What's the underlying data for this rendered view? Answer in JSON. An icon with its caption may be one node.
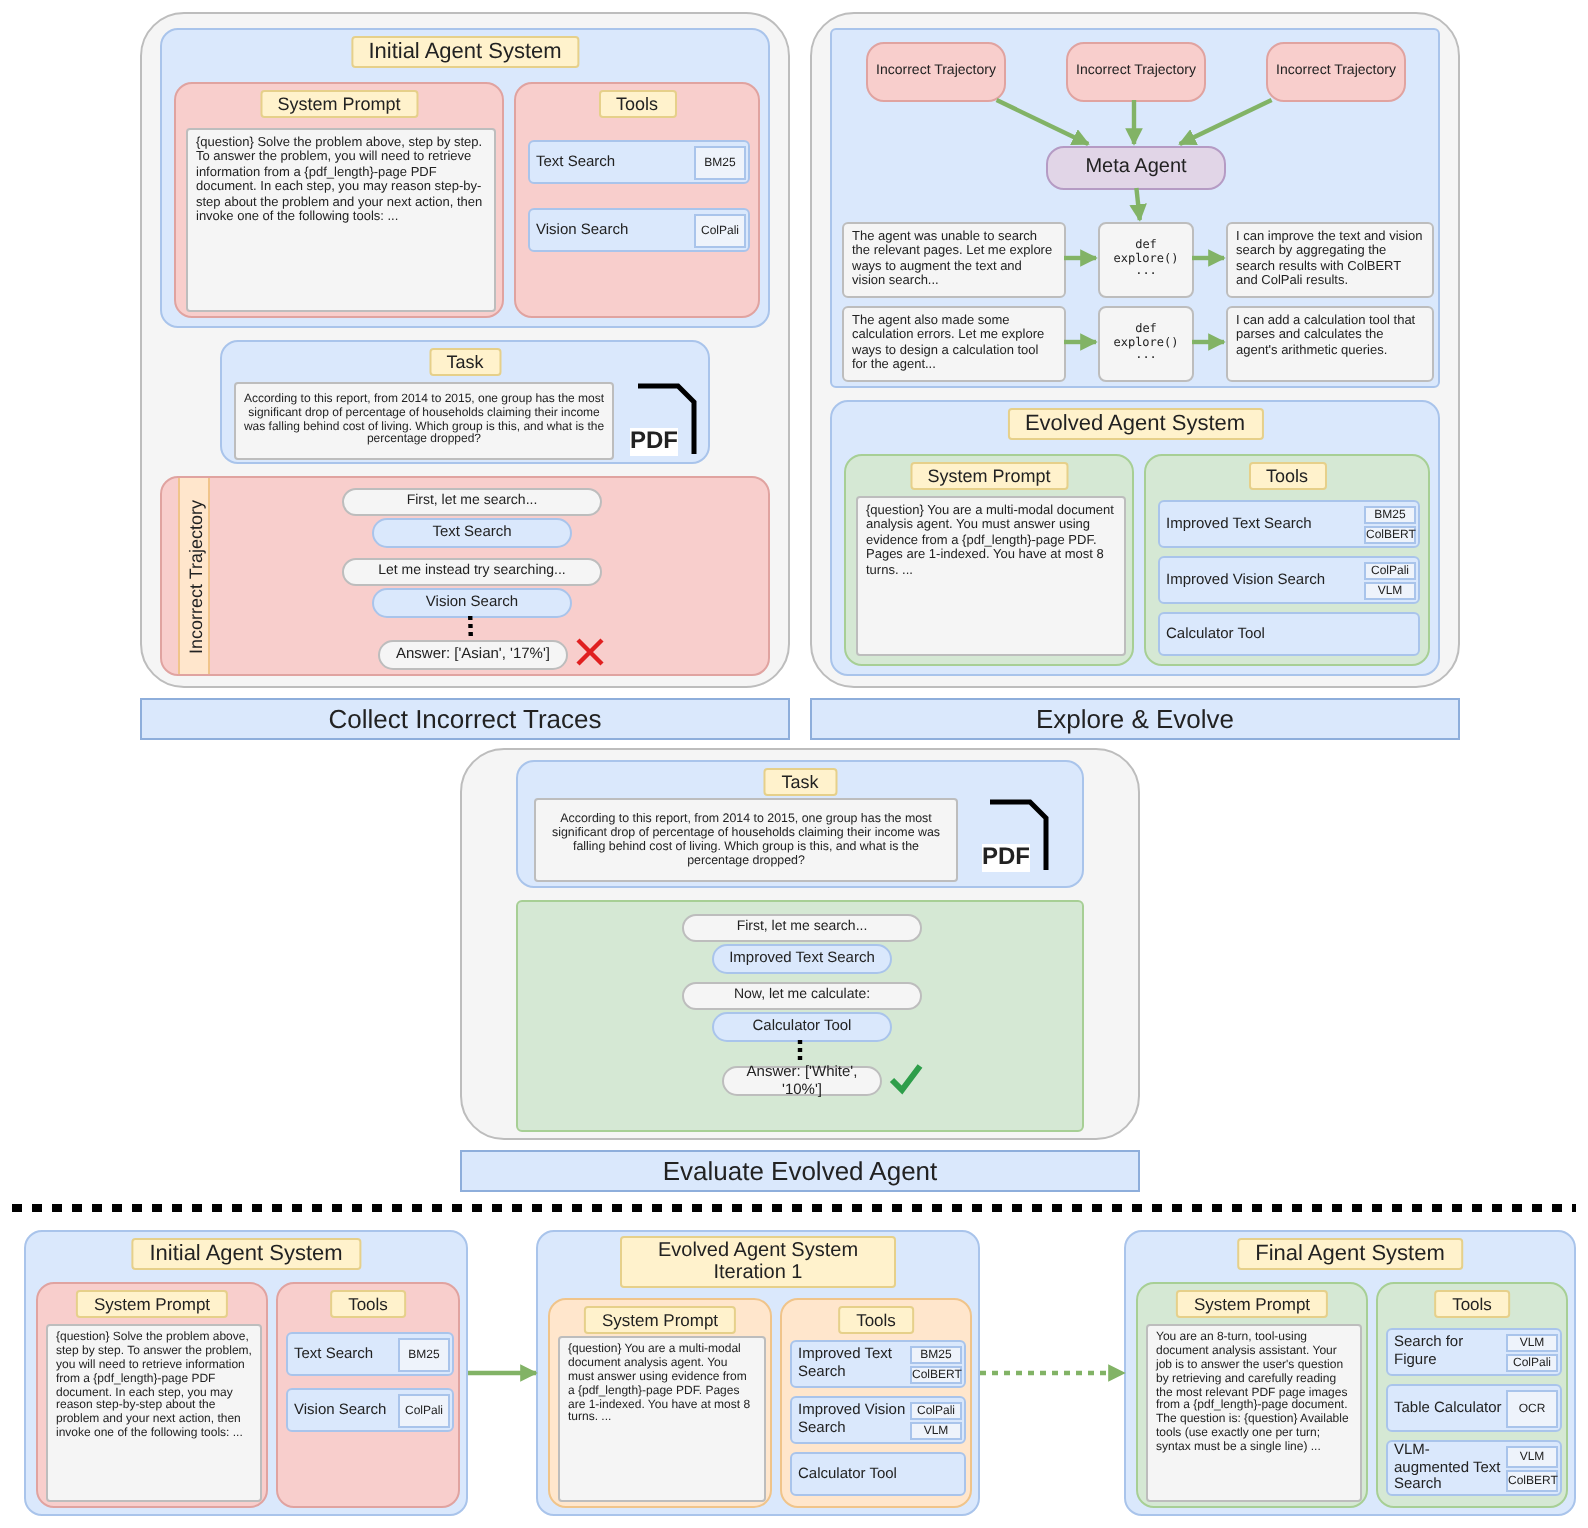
{
  "diagram": {
    "nodes": [
      {
        "text": [
          "Collect Incorrect Traces"
        ]
      },
      {
        "text": [
          "Initial Agent System"
        ],
        "in": 0
      },
      {
        "text": [
          "System Prompt"
        ],
        "in": 1
      },
      {
        "text": [
          "{question} Solve the problem above, step by step. To answer the problem, you will need to retrieve information from a {pdf_length}-page PDF document. In each step, you may reason step-by-step about the problem and your next action, then invoke one of the following tools: ..."
        ],
        "in": 2
      },
      {
        "text": [
          "Tools"
        ],
        "in": 1
      },
      {
        "text": [
          "Text Search",
          "BM25"
        ],
        "in": 4
      },
      {
        "text": [
          "Vision Search",
          "ColPali"
        ],
        "in": 4
      },
      {
        "text": [
          "Task"
        ],
        "in": 0
      },
      {
        "text": [
          "According to this report, from 2014 to 2015, one group has the most significant drop of percentage of households claiming their income was falling behind cost of living. Which group is this, and what is the percentage dropped?"
        ],
        "in": 7
      },
      {
        "text": [
          "PDF"
        ],
        "in": 7
      },
      {
        "text": [
          "Incorrect Trajectory"
        ],
        "in": 0
      },
      {
        "text": [
          "First, let me search..."
        ],
        "in": 10
      },
      {
        "text": [
          "Text Search"
        ],
        "in": 10
      },
      {
        "text": [
          "Let me instead try searching..."
        ],
        "in": 10
      },
      {
        "text": [
          "Vision Search"
        ],
        "in": 10
      },
      {
        "text": [
          "Answer: ['Asian', '17%']"
        ],
        "in": 10
      },
      {
        "text": [
          "Explore & Evolve"
        ]
      },
      {
        "text": [],
        "shape": "box",
        "in": 16
      },
      {
        "text": [
          "Incorrect Trajectory"
        ],
        "in": 17
      },
      {
        "text": [
          "Incorrect Trajectory"
        ],
        "in": 17
      },
      {
        "text": [
          "Incorrect Trajectory"
        ],
        "in": 17
      },
      {
        "text": [
          "Meta Agent"
        ],
        "in": 17
      },
      {
        "text": [
          "The agent was unable to search the relevant pages. Let me explore ways to augment the text and vision search..."
        ],
        "in": 17
      },
      {
        "text": [
          "def explore()",
          "..."
        ],
        "in": 17
      },
      {
        "text": [
          "I can improve the text and vision search by aggregating the search results with ColBERT and ColPali results."
        ],
        "in": 17
      },
      {
        "text": [
          "The agent also made some calculation errors. Let me explore ways to design a calculation tool for the agent..."
        ],
        "in": 17
      },
      {
        "text": [
          "def explore()",
          "..."
        ],
        "in": 17
      },
      {
        "text": [
          "I can add a calculation tool that parses and calculates the agent's arithmetic queries."
        ],
        "in": 17
      },
      {
        "text": [
          "Evolved Agent System"
        ],
        "in": 16
      },
      {
        "text": [
          "System Prompt"
        ],
        "in": 28
      },
      {
        "text": [
          "{question} You are a multi-modal document analysis agent. You must answer using evidence from a {pdf_length}-page PDF. Pages are 1-indexed. You have at most 8 turns. ..."
        ],
        "in": 29
      },
      {
        "text": [
          "Tools"
        ],
        "in": 28
      },
      {
        "text": [
          "Improved Text Search",
          "BM25",
          "ColBERT"
        ],
        "in": 31
      },
      {
        "text": [
          "Improved Vision Search",
          "ColPali",
          "VLM"
        ],
        "in": 31
      },
      {
        "text": [
          "Calculator Tool"
        ],
        "in": 31
      },
      {
        "text": [
          "Evaluate Evolved Agent"
        ]
      },
      {
        "text": [
          "Task"
        ],
        "in": 35
      },
      {
        "text": [
          "According to this report, from 2014 to 2015, one group has the most significant drop of percentage of households claiming their income was falling behind cost of living. Which group is this, and what is the percentage dropped?"
        ],
        "in": 36
      },
      {
        "text": [
          "PDF"
        ],
        "in": 36
      },
      {
        "text": [],
        "shape": "box",
        "in": 35
      },
      {
        "text": [
          "First, let me search..."
        ],
        "in": 39
      },
      {
        "text": [
          "Improved Text Search"
        ],
        "in": 39
      },
      {
        "text": [
          "Now, let me calculate:"
        ],
        "in": 39
      },
      {
        "text": [
          "Calculator Tool"
        ],
        "in": 39
      },
      {
        "text": [
          "Answer: ['White', '10%']"
        ],
        "in": 39
      },
      {
        "text": [
          "Initial Agent System"
        ]
      },
      {
        "text": [
          "System Prompt"
        ],
        "in": 45
      },
      {
        "text": [
          "{question} Solve the problem above, step by step. To answer the problem, you will need to retrieve information from a {pdf_length}-page PDF document. In each step, you may reason step-by-step about the problem and your next action, then invoke one of the following tools: ..."
        ],
        "in": 46
      },
      {
        "text": [
          "Tools"
        ],
        "in": 45
      },
      {
        "text": [
          "Text Search",
          "BM25"
        ],
        "in": 48
      },
      {
        "text": [
          "Vision Search",
          "ColPali"
        ],
        "in": 48
      },
      {
        "text": [
          "Evolved Agent System Iteration 1"
        ]
      },
      {
        "text": [
          "System Prompt"
        ],
        "in": 51
      },
      {
        "text": [
          "{question} You are a multi-modal document analysis agent. You must answer using evidence from a {pdf_length}-page PDF. Pages are 1-indexed. You have at most 8 turns. ..."
        ],
        "in": 52
      },
      {
        "text": [
          "Tools"
        ],
        "in": 51
      },
      {
        "text": [
          "Improved Text Search",
          "BM25",
          "ColBERT"
        ],
        "in": 54
      },
      {
        "text": [
          "Improved Vision Search",
          "ColPali",
          "VLM"
        ],
        "in": 54
      },
      {
        "text": [
          "Calculator Tool"
        ],
        "in": 54
      },
      {
        "text": [
          "Final Agent System"
        ]
      },
      {
        "text": [
          "System Prompt"
        ],
        "in": 58
      },
      {
        "text": [
          "You are an 8-turn, tool-using document analysis assistant. Your job is to answer the user's question by retrieving and carefully reading the most relevant PDF page images from a {pdf_length}-page document. The question is: {question} Available tools (use exactly one per turn; syntax must be a single line) ..."
        ],
        "in": 59
      },
      {
        "text": [
          "Tools"
        ],
        "in": 58
      },
      {
        "text": [
          "Search for Figure",
          "VLM",
          "ColPali"
        ],
        "in": 61
      },
      {
        "text": [
          "Table Calculator",
          "OCR"
        ],
        "in": 61
      },
      {
        "text": [
          "VLM-augmented Text Search",
          "VLM",
          "ColBERT"
        ],
        "in": 61
      }
    ],
    "edges": [
      {
        "from": 14,
        "to": 15,
        "arrow": "none",
        "style": "dashed",
        "color": "#000000"
      },
      {
        "from": 18,
        "to": 21,
        "arrow": "to"
      },
      {
        "from": 19,
        "to": 21,
        "arrow": "to"
      },
      {
        "from": 20,
        "to": 21,
        "arrow": "to"
      },
      {
        "from": 21,
        "to": 23,
        "arrow": "to"
      },
      {
        "from": 22,
        "to": 23,
        "arrow": "to"
      },
      {
        "from": 23,
        "to": 24,
        "arrow": "to"
      },
      {
        "from": 25,
        "to": 26,
        "arrow": "to"
      },
      {
        "from": 26,
        "to": 27,
        "arrow": "to"
      },
      {
        "from": 43,
        "to": 44,
        "arrow": "none",
        "style": "dashed",
        "color": "#000000"
      },
      {
        "from": 45,
        "to": 51,
        "arrow": "to"
      },
      {
        "from": 51,
        "to": 58,
        "arrow": "to",
        "style": "dashed"
      }
    ]
  }
}
